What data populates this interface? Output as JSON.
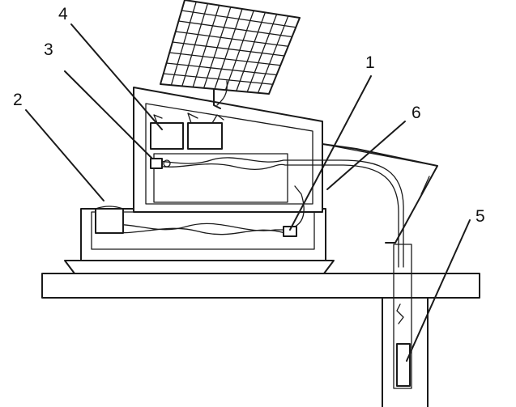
{
  "callouts": [
    {
      "id": "1",
      "text": "1"
    },
    {
      "id": "2",
      "text": "2"
    },
    {
      "id": "3",
      "text": "3"
    },
    {
      "id": "4",
      "text": "4"
    },
    {
      "id": "5",
      "text": "5"
    },
    {
      "id": "6",
      "text": "6"
    }
  ],
  "colors": {
    "line": "#1a1a1a",
    "background": "#ffffff"
  },
  "icons": [
    "solar-panel-icon",
    "battery-icon",
    "pump-icon",
    "well-icon"
  ]
}
